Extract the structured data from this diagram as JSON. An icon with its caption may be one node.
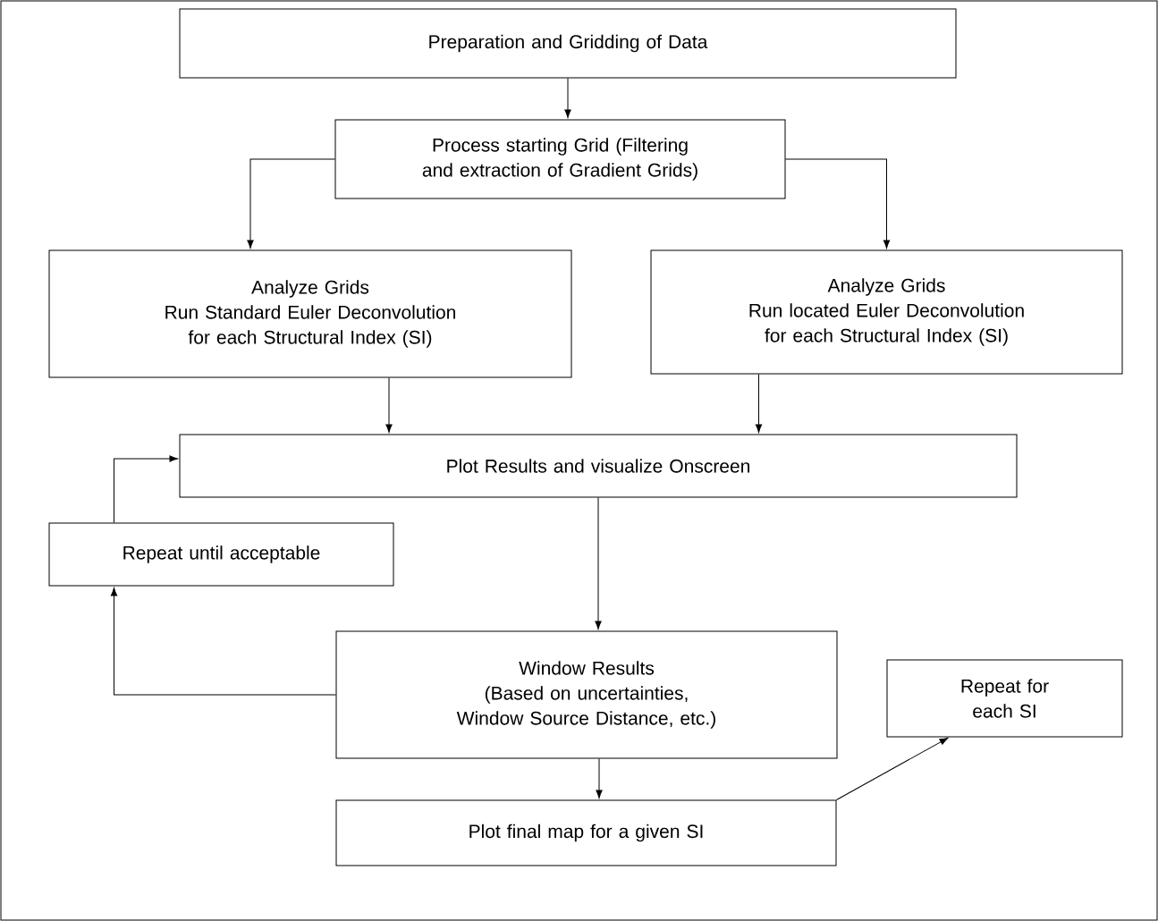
{
  "diagram": {
    "nodes": [
      {
        "text": [
          "Preparation and Gridding of Data"
        ]
      },
      {
        "text": [
          "Process starting Grid (Filtering and extraction of Gradient Grids)"
        ]
      },
      {
        "text": [
          "Analyze Grids",
          "Run Standard Euler Deconvolution for each Structural Index (SI)"
        ]
      },
      {
        "text": [
          "Analyze Grids",
          "Run located Euler Deconvolution for each Structural Index (SI)"
        ]
      },
      {
        "text": [
          "Plot Results and visualize Onscreen"
        ]
      },
      {
        "text": [
          "Repeat until acceptable"
        ]
      },
      {
        "text": [
          "Window Results",
          "(Based on uncertainties, Window Source Distance, etc.)"
        ]
      },
      {
        "text": [
          "Repeat for each SI"
        ]
      },
      {
        "text": [
          "Plot final map for a given SI"
        ]
      }
    ],
    "edges": [
      {
        "from": 0,
        "to": 1,
        "arrow": "to"
      },
      {
        "from": 1,
        "to": 2,
        "arrow": "to"
      },
      {
        "from": 1,
        "to": 3,
        "arrow": "to"
      },
      {
        "from": 2,
        "to": 4,
        "arrow": "to"
      },
      {
        "from": 3,
        "to": 4,
        "arrow": "to"
      },
      {
        "from": 4,
        "to": 6,
        "arrow": "to"
      },
      {
        "from": 6,
        "to": 5,
        "arrow": "to"
      },
      {
        "from": 5,
        "to": 4,
        "arrow": "to"
      },
      {
        "from": 6,
        "to": 8,
        "arrow": "to"
      },
      {
        "from": 8,
        "to": 7,
        "arrow": "to"
      }
    ]
  }
}
